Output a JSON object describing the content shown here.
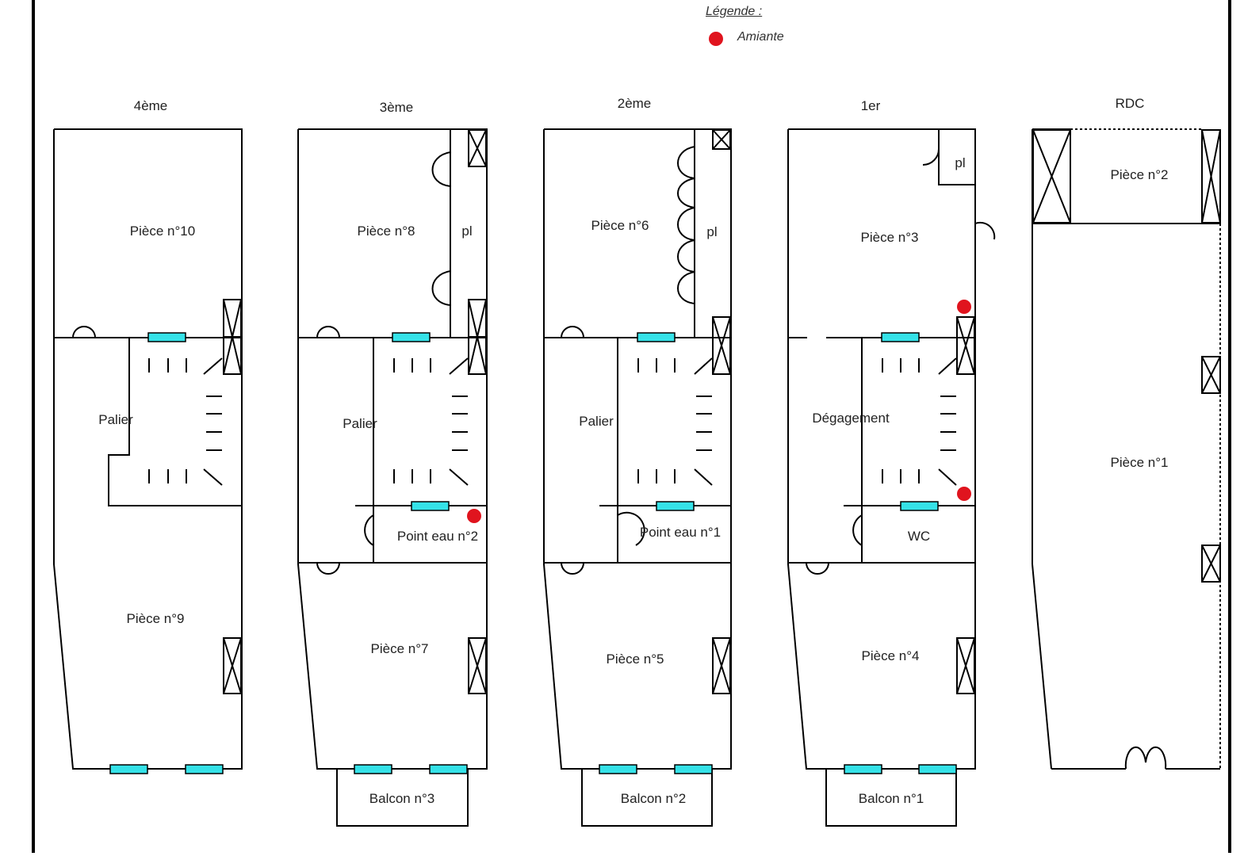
{
  "legend": {
    "title": "Légende :",
    "amiante_label": "Amiante",
    "amiante_color": "#e0141e"
  },
  "colors": {
    "window": "#35e2e8",
    "wall": "#000000"
  },
  "floors": [
    {
      "id": "f4",
      "title": "4ème"
    },
    {
      "id": "f3",
      "title": "3ème"
    },
    {
      "id": "f2",
      "title": "2ème"
    },
    {
      "id": "f1",
      "title": "1er"
    },
    {
      "id": "rdc",
      "title": "RDC"
    }
  ],
  "rooms": {
    "piece10": "Pièce n°10",
    "piece9": "Pièce n°9",
    "palier4": "Palier",
    "piece8": "Pièce n°8",
    "pl3": "pl",
    "palier3": "Palier",
    "point_eau2": "Point eau n°2",
    "piece7": "Pièce n°7",
    "balcon3": "Balcon n°3",
    "piece6": "Pièce n°6",
    "pl2": "pl",
    "palier2": "Palier",
    "point_eau1": "Point eau n°1",
    "piece5": "Pièce n°5",
    "balcon2": "Balcon n°2",
    "pl1": "pl",
    "piece3": "Pièce n°3",
    "degagement": "Dégagement",
    "wc": "WC",
    "piece4": "Pièce n°4",
    "balcon1": "Balcon n°1",
    "piece2": "Pièce n°2",
    "piece1": "Pièce n°1"
  }
}
